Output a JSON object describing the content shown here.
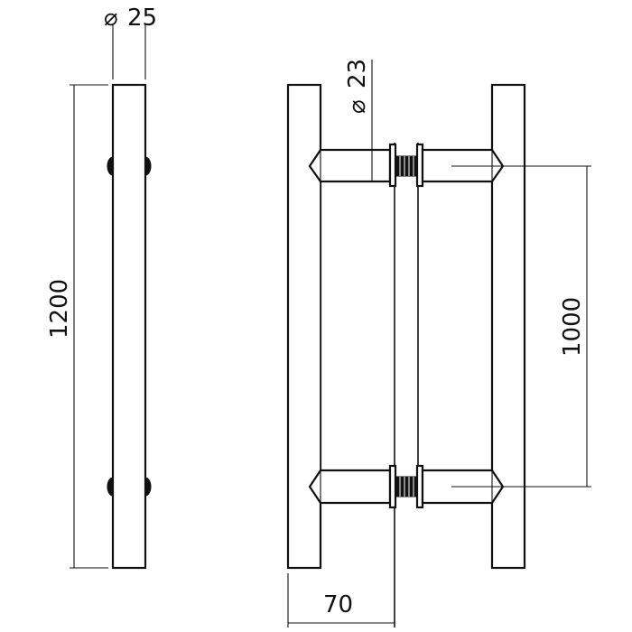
{
  "dimensions": {
    "tube_diameter": {
      "symbol": "⌀",
      "value": "25"
    },
    "standoff_diameter": {
      "symbol": "⌀",
      "value": "23"
    },
    "overall_length": "1200",
    "center_distance": "1000",
    "projection": "70"
  },
  "colors": {
    "line": "#111111",
    "background": "#ffffff"
  }
}
